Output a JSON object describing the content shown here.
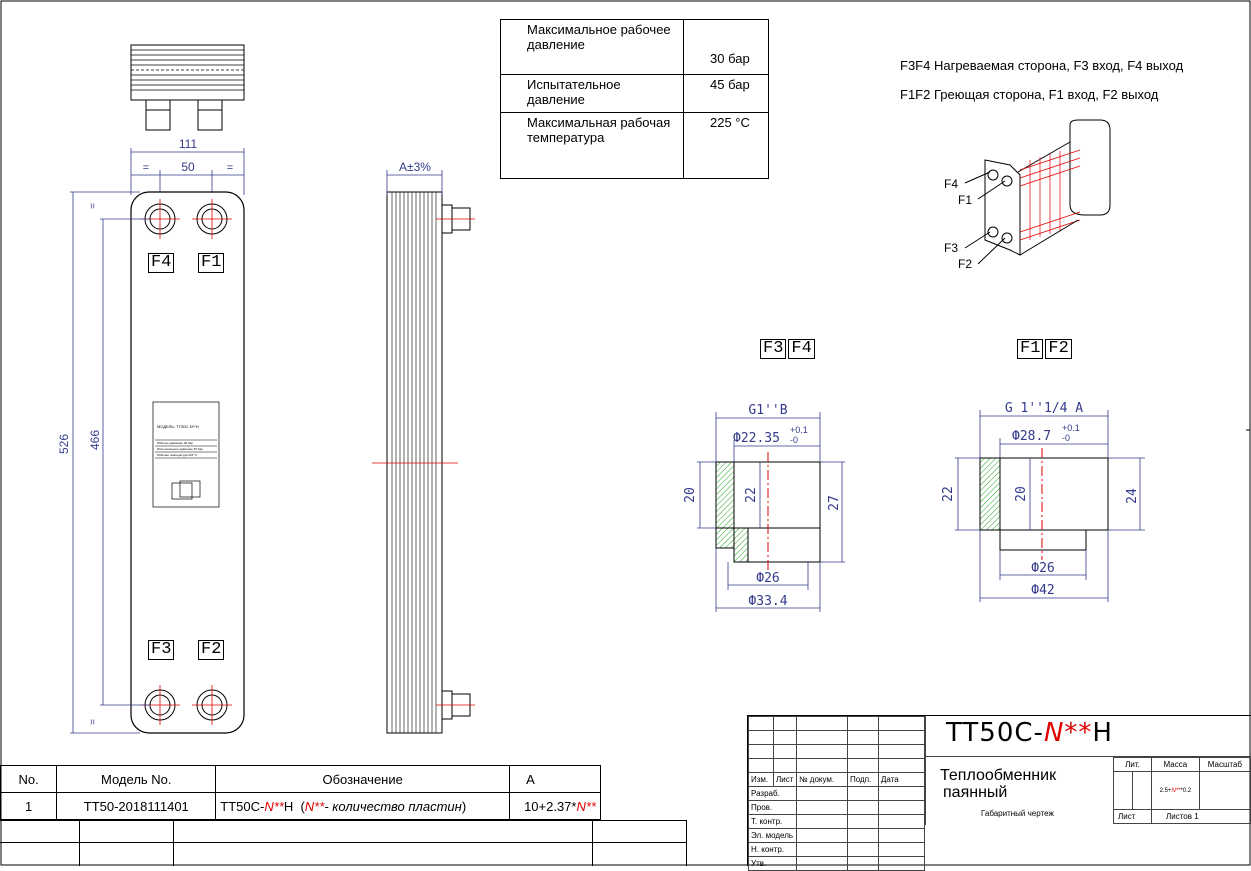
{
  "spec_table": {
    "rows": [
      {
        "param": "Максимальное рабочее давление",
        "value": "30 бар"
      },
      {
        "param": "Испытательное давление",
        "value": "45 бар"
      },
      {
        "param": "Максимальная рабочая температура",
        "value": "225 °C"
      }
    ]
  },
  "notes": {
    "heated_side": "F3F4 Нагреваемая сторона, F3 вход, F4 выход",
    "heating_side": "F1F2 Греющая сторона, F1 вход, F2 выход"
  },
  "ports": {
    "f1": "F1",
    "f2": "F2",
    "f3": "F3",
    "f4": "F4"
  },
  "dims": {
    "width": "111",
    "center": "50",
    "eq": "=",
    "height": "526",
    "inner_height": "466",
    "a_dim": "A±3%",
    "g1": "G1''B",
    "d1_prefix": "Ф22.35",
    "tol_plus": "+0.1",
    "tol_zero": "-0",
    "g1_h20": "20",
    "g1_h22": "22",
    "g1_h27": "27",
    "g1_d26": "Ф26",
    "g1_d334": "Ф33.4",
    "g2": "G 1''1/4 A",
    "d2_prefix": "Ф28.7",
    "g2_h22": "22",
    "g2_h20": "20",
    "g2_h24": "24",
    "g2_d26": "Ф26",
    "g2_d42": "Ф42"
  },
  "nameplate": {
    "model": "МОДЕЛЬ: TT50C-N**H",
    "line1": "Рабочее давление 30 бар",
    "line2": "Испытательное давление 45 бар",
    "line3": "Рабочая температура 225 °C"
  },
  "bom": {
    "headers": [
      "No.",
      "Модель No.",
      "Обозначение",
      "A"
    ],
    "row": {
      "no": "1",
      "model": "TT50-2018111401",
      "designation_a": "TT50C-",
      "designation_n": "N**",
      "designation_b": "H",
      "designation_note_n": "N**",
      "designation_note": "- количество пластин",
      "a_a": "10+2.37*",
      "a_n": "N**"
    }
  },
  "title_block": {
    "code_a": "TT50C-",
    "code_n": "N**",
    "code_b": "H",
    "name_line1": "Теплообменник",
    "name_line2": "паянный",
    "doc_type": "Габаритный чертеж",
    "cols": [
      "Изм.",
      "Лист",
      "№ докум.",
      "Подп.",
      "Дата"
    ],
    "rows": [
      "Разраб.",
      "Пров.",
      "Т. контр.",
      "Эл. модель",
      "Н. контр.",
      "Утв."
    ],
    "lit": "Лит.",
    "mass": "Масса",
    "scale": "Масштаб",
    "mass_value_a": "2.5+",
    "mass_value_n": "N**",
    "mass_value_b": "*0.2",
    "sheet": "Лист",
    "sheets": "Листов 1"
  },
  "colors": {
    "dim": "#333a8c",
    "center": "#e00000",
    "hatch": "#22aa22",
    "outline": "#000000"
  }
}
